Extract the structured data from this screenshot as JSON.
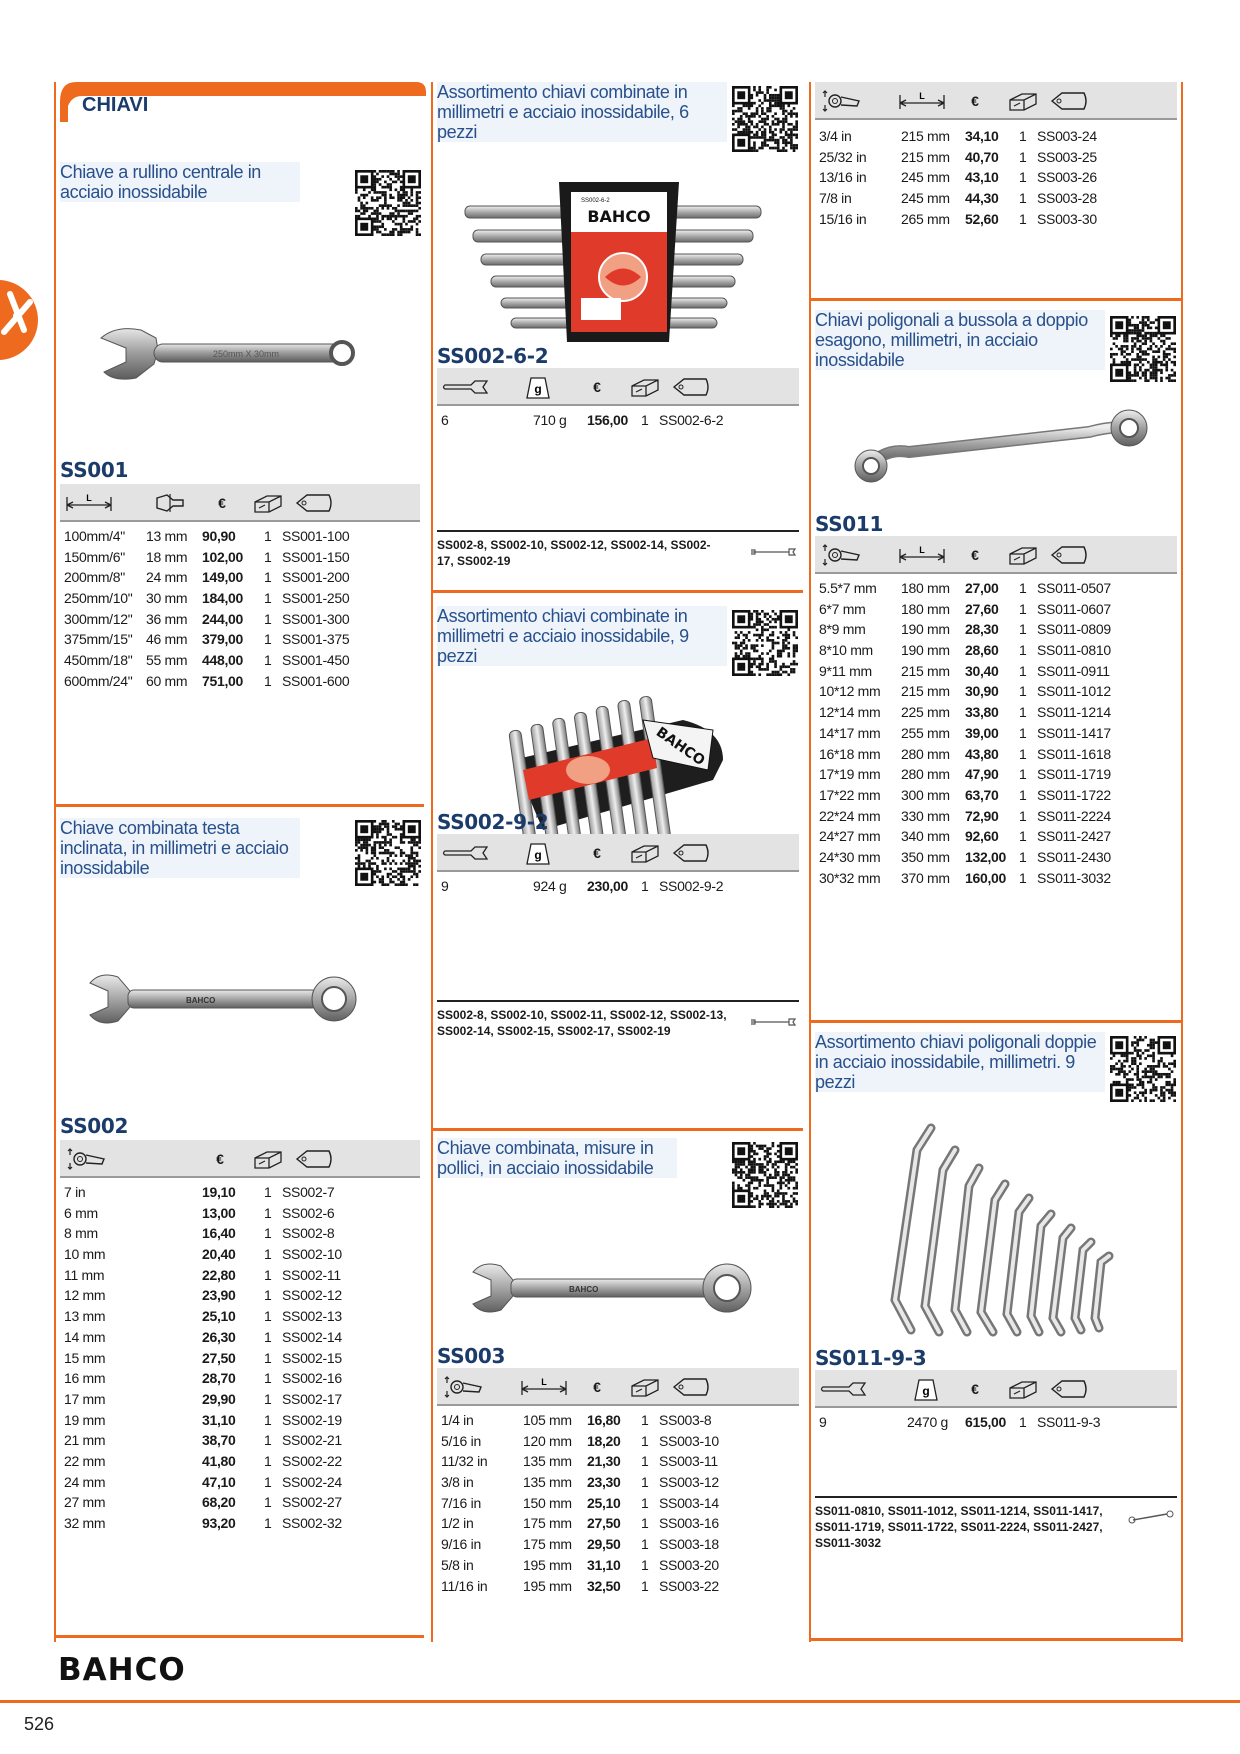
{
  "page": {
    "number": "526",
    "brand_logo": "BAHCO"
  },
  "section": {
    "title": "CHIAVI"
  },
  "products": {
    "ss001": {
      "description": "Chiave a rullino centrale in acciaio inossidabile",
      "code": "SS001",
      "headers": [
        "L",
        "max-opening-icon",
        "€",
        "pack-icon",
        "code-icon"
      ],
      "rows": [
        [
          "100mm/4\"",
          "13 mm",
          "90,90",
          "1",
          "SS001-100"
        ],
        [
          "150mm/6\"",
          "18 mm",
          "102,00",
          "1",
          "SS001-150"
        ],
        [
          "200mm/8\"",
          "24 mm",
          "149,00",
          "1",
          "SS001-200"
        ],
        [
          "250mm/10\"",
          "30 mm",
          "184,00",
          "1",
          "SS001-250"
        ],
        [
          "300mm/12\"",
          "36 mm",
          "244,00",
          "1",
          "SS001-300"
        ],
        [
          "375mm/15\"",
          "46 mm",
          "379,00",
          "1",
          "SS001-375"
        ],
        [
          "450mm/18\"",
          "55 mm",
          "448,00",
          "1",
          "SS001-450"
        ],
        [
          "600mm/24\"",
          "60 mm",
          "751,00",
          "1",
          "SS001-600"
        ]
      ],
      "photo_marking": "250mm X 30mm"
    },
    "ss002": {
      "description": "Chiave combinata testa inclinata, in millimetri e acciaio inossidabile",
      "code": "SS002",
      "headers": [
        "size-icon",
        "€",
        "pack-icon",
        "code-icon"
      ],
      "rows": [
        [
          "7 in",
          "19,10",
          "1",
          "SS002-7"
        ],
        [
          "6 mm",
          "13,00",
          "1",
          "SS002-6"
        ],
        [
          "8 mm",
          "16,40",
          "1",
          "SS002-8"
        ],
        [
          "10 mm",
          "20,40",
          "1",
          "SS002-10"
        ],
        [
          "11 mm",
          "22,80",
          "1",
          "SS002-11"
        ],
        [
          "12 mm",
          "23,90",
          "1",
          "SS002-12"
        ],
        [
          "13 mm",
          "25,10",
          "1",
          "SS002-13"
        ],
        [
          "14 mm",
          "26,30",
          "1",
          "SS002-14"
        ],
        [
          "15 mm",
          "27,50",
          "1",
          "SS002-15"
        ],
        [
          "16 mm",
          "28,70",
          "1",
          "SS002-16"
        ],
        [
          "17 mm",
          "29,90",
          "1",
          "SS002-17"
        ],
        [
          "19 mm",
          "31,10",
          "1",
          "SS002-19"
        ],
        [
          "21 mm",
          "38,70",
          "1",
          "SS002-21"
        ],
        [
          "22 mm",
          "41,80",
          "1",
          "SS002-22"
        ],
        [
          "24 mm",
          "47,10",
          "1",
          "SS002-24"
        ],
        [
          "27 mm",
          "68,20",
          "1",
          "SS002-27"
        ],
        [
          "32 mm",
          "93,20",
          "1",
          "SS002-32"
        ]
      ],
      "photo_marking": "BAHCO"
    },
    "ss002_6_2": {
      "description": "Assortimento chiavi combinate in millimetri e acciaio inossidabile, 6 pezzi",
      "code": "SS002-6-2",
      "headers": [
        "wrench-icon",
        "g",
        "€",
        "pack-icon",
        "code-icon"
      ],
      "rows": [
        [
          "6",
          "710 g",
          "156,00",
          "1",
          "SS002-6-2"
        ]
      ],
      "crossref": "SS002-8, SS002-10, SS002-12, SS002-14, SS002-17, SS002-19",
      "photo_brand": "BAHCO",
      "photo_label": "SS002-6-2"
    },
    "ss002_9_2": {
      "description": "Assortimento chiavi combinate in millimetri e acciaio inossidabile, 9 pezzi",
      "code": "SS002-9-2",
      "headers": [
        "wrench-icon",
        "g",
        "€",
        "pack-icon",
        "code-icon"
      ],
      "rows": [
        [
          "9",
          "924 g",
          "230,00",
          "1",
          "SS002-9-2"
        ]
      ],
      "crossref": "SS002-8, SS002-10, SS002-11, SS002-12, SS002-13, SS002-14, SS002-15, SS002-17, SS002-19",
      "photo_brand": "BAHCO"
    },
    "ss003": {
      "description": "Chiave combinata, misure in pollici, in acciaio inossidabile",
      "code": "SS003",
      "headers": [
        "size-icon",
        "L",
        "€",
        "pack-icon",
        "code-icon"
      ],
      "rows": [
        [
          "1/4 in",
          "105 mm",
          "16,80",
          "1",
          "SS003-8"
        ],
        [
          "5/16 in",
          "120 mm",
          "18,20",
          "1",
          "SS003-10"
        ],
        [
          "11/32 in",
          "135 mm",
          "21,30",
          "1",
          "SS003-11"
        ],
        [
          "3/8 in",
          "135 mm",
          "23,30",
          "1",
          "SS003-12"
        ],
        [
          "7/16 in",
          "150 mm",
          "25,10",
          "1",
          "SS003-14"
        ],
        [
          "1/2 in",
          "175 mm",
          "27,50",
          "1",
          "SS003-16"
        ],
        [
          "9/16 in",
          "175 mm",
          "29,50",
          "1",
          "SS003-18"
        ],
        [
          "5/8 in",
          "195 mm",
          "31,10",
          "1",
          "SS003-20"
        ],
        [
          "11/16 in",
          "195 mm",
          "32,50",
          "1",
          "SS003-22"
        ]
      ],
      "photo_marking": "BAHCO"
    },
    "ss003_cont": {
      "headers": [
        "size-icon",
        "L",
        "€",
        "pack-icon",
        "code-icon"
      ],
      "rows": [
        [
          "3/4 in",
          "215 mm",
          "34,10",
          "1",
          "SS003-24"
        ],
        [
          "25/32 in",
          "215 mm",
          "40,70",
          "1",
          "SS003-25"
        ],
        [
          "13/16 in",
          "245 mm",
          "43,10",
          "1",
          "SS003-26"
        ],
        [
          "7/8 in",
          "245 mm",
          "44,30",
          "1",
          "SS003-28"
        ],
        [
          "15/16 in",
          "265 mm",
          "52,60",
          "1",
          "SS003-30"
        ]
      ]
    },
    "ss011": {
      "description": "Chiavi poligonali a bussola a doppio esagono, millimetri, in acciaio inossidabile",
      "code": "SS011",
      "headers": [
        "size-icon",
        "L",
        "€",
        "pack-icon",
        "code-icon"
      ],
      "rows": [
        [
          "5.5*7 mm",
          "180 mm",
          "27,00",
          "1",
          "SS011-0507"
        ],
        [
          "6*7 mm",
          "180 mm",
          "27,60",
          "1",
          "SS011-0607"
        ],
        [
          "8*9 mm",
          "190 mm",
          "28,30",
          "1",
          "SS011-0809"
        ],
        [
          "8*10 mm",
          "190 mm",
          "28,60",
          "1",
          "SS011-0810"
        ],
        [
          "9*11 mm",
          "215 mm",
          "30,40",
          "1",
          "SS011-0911"
        ],
        [
          "10*12 mm",
          "215 mm",
          "30,90",
          "1",
          "SS011-1012"
        ],
        [
          "12*14 mm",
          "225 mm",
          "33,80",
          "1",
          "SS011-1214"
        ],
        [
          "14*17 mm",
          "255 mm",
          "39,00",
          "1",
          "SS011-1417"
        ],
        [
          "16*18 mm",
          "280 mm",
          "43,80",
          "1",
          "SS011-1618"
        ],
        [
          "17*19 mm",
          "280 mm",
          "47,90",
          "1",
          "SS011-1719"
        ],
        [
          "17*22 mm",
          "300 mm",
          "63,70",
          "1",
          "SS011-1722"
        ],
        [
          "22*24 mm",
          "330 mm",
          "72,90",
          "1",
          "SS011-2224"
        ],
        [
          "24*27 mm",
          "340 mm",
          "92,60",
          "1",
          "SS011-2427"
        ],
        [
          "24*30 mm",
          "350 mm",
          "132,00",
          "1",
          "SS011-2430"
        ],
        [
          "30*32 mm",
          "370 mm",
          "160,00",
          "1",
          "SS011-3032"
        ]
      ]
    },
    "ss011_9_3": {
      "description": "Assortimento chiavi poligonali doppie in acciaio inossidabile, millimetri. 9 pezzi",
      "code": "SS011-9-3",
      "headers": [
        "wrench-icon",
        "g",
        "€",
        "pack-icon",
        "code-icon"
      ],
      "rows": [
        [
          "9",
          "2470 g",
          "615,00",
          "1",
          "SS011-9-3"
        ]
      ],
      "crossref": "SS011-0810, SS011-1012, SS011-1214, SS011-1417, SS011-1719, SS011-1722, SS011-2224, SS011-2427, SS011-3032"
    }
  },
  "colors": {
    "accent": "#ee6a1f",
    "code_blue": "#1b3c6b",
    "desc_blue": "#28508c",
    "header_gray": "#e3e3e3"
  }
}
